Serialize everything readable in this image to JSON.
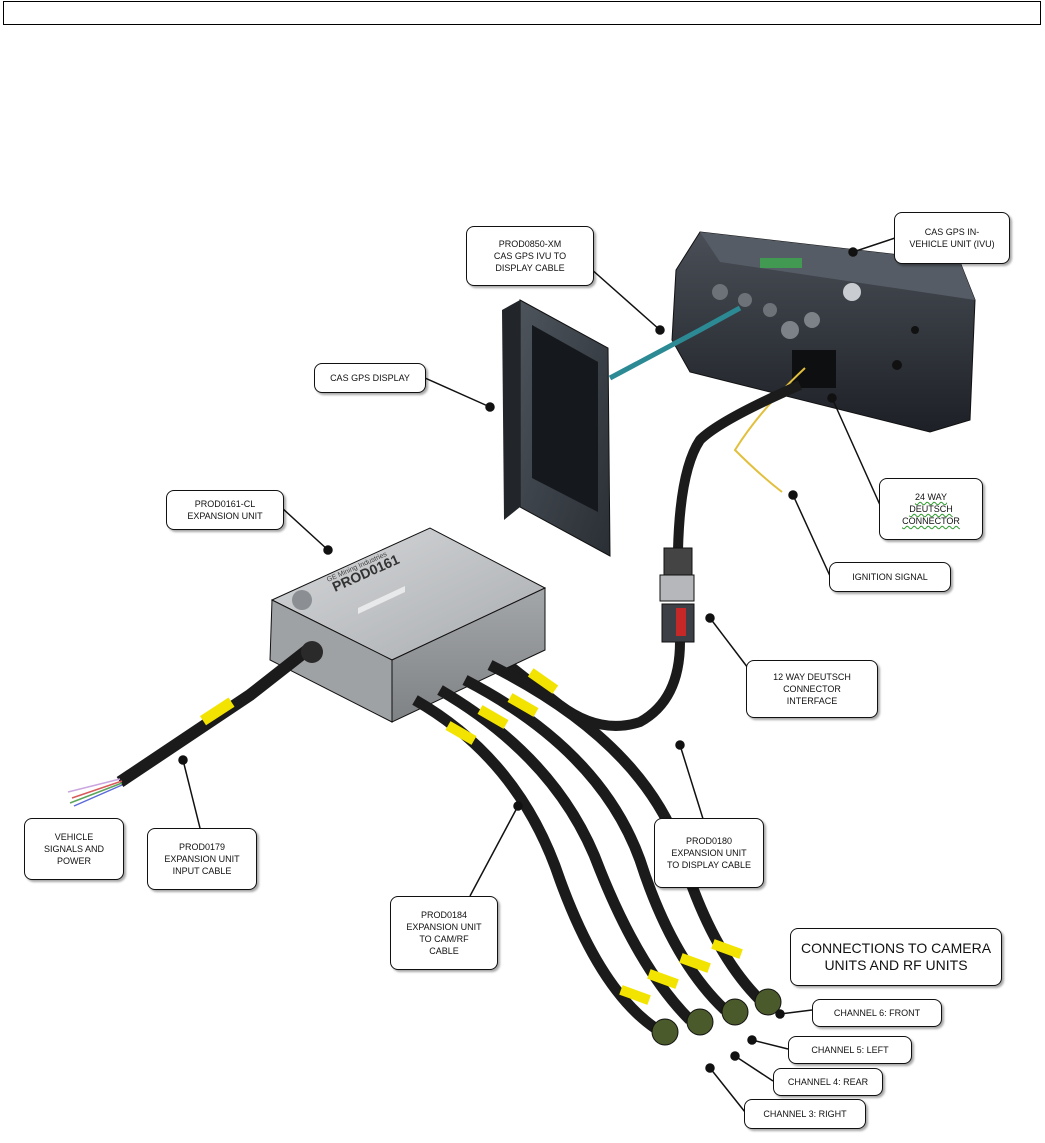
{
  "labels": {
    "ivu": "CAS GPS IN-\nVEHICLE UNIT (IVU)",
    "ivu_display_cable": "PROD0850-xM\nCAS GPS IVU TO\nDISPLAY CABLE",
    "display": "CAS GPS DISPLAY",
    "expansion_unit": "PROD0161-CL\nEXPANSION UNIT",
    "deutsch_24": "24 WAY\nDEUTSCH\nCONNECTOR",
    "ignition": "IGNITION SIGNAL",
    "deutsch_12": "12 WAY DEUTSCH\nCONNECTOR\nINTERFACE",
    "vehicle_signals": "VEHICLE\nSIGNALS AND\nPOWER",
    "input_cable": "PROD0179\nEXPANSION UNIT\nINPUT CABLE",
    "display_cable": "PROD0180\nEXPANSION UNIT\nTO DISPLAY   CABLE",
    "cam_rf_cable": "PROD0184\nEXPANSION UNIT\nTO CAM/RF\nCABLE",
    "connections": "CONNECTIONS TO CAMERA\nUNITS AND RF UNITS",
    "ch6": "CHANNEL 6: FRONT",
    "ch5": "CHANNEL 5: LEFT",
    "ch4": "CHANNEL 4: REAR",
    "ch3": "CHANNEL 3: RIGHT"
  },
  "device_text": {
    "expansion_model": "PROD0161",
    "expansion_maker": "GE Mining Industries"
  },
  "colors": {
    "cable": "#1b1b1b",
    "cable_tag": "#f2e400",
    "teal_cable": "#2c8a95",
    "ignition_wire": "#e2bf3c",
    "ivu_body": "#2b2f36",
    "box_body": "#b9bbbe"
  }
}
